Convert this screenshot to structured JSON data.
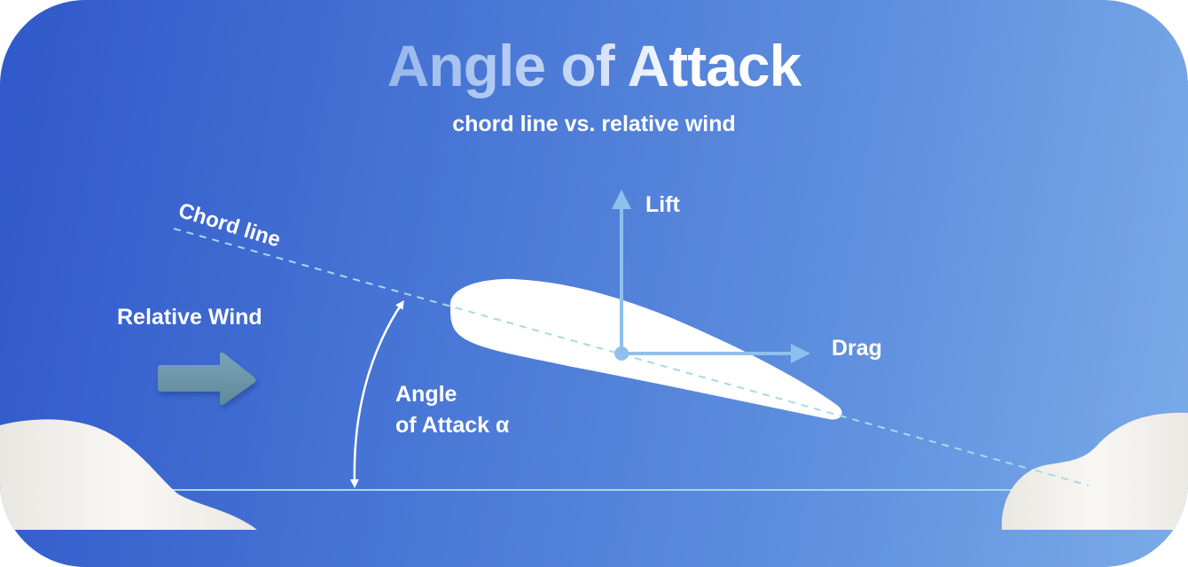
{
  "header": {
    "title": "Angle of Attack",
    "subtitle": "chord line vs. relative wind"
  },
  "labels": {
    "chord_line": "Chord line",
    "relative_wind": "Relative Wind",
    "angle_of_attack_line1": "Angle",
    "angle_of_attack_line2": "of Attack α",
    "lift": "Lift",
    "drag": "Drag"
  },
  "icons": {
    "relative_wind_arrow": "right-arrow-icon",
    "lift_arrow": "up-arrow-icon",
    "drag_arrow": "right-arrow-icon",
    "angle_arc": "double-headed-arc-arrow-icon"
  },
  "colors": {
    "background_start": "#3058c9",
    "background_end": "#7aabe8",
    "airfoil": "#ffffff",
    "force_vectors": "#8ec0ee",
    "chord_line": "#a8d8ea",
    "horizon_line": "#a8d8ea",
    "wind_arrow": "#6b96a8",
    "cloud": "#f4f3ef"
  }
}
